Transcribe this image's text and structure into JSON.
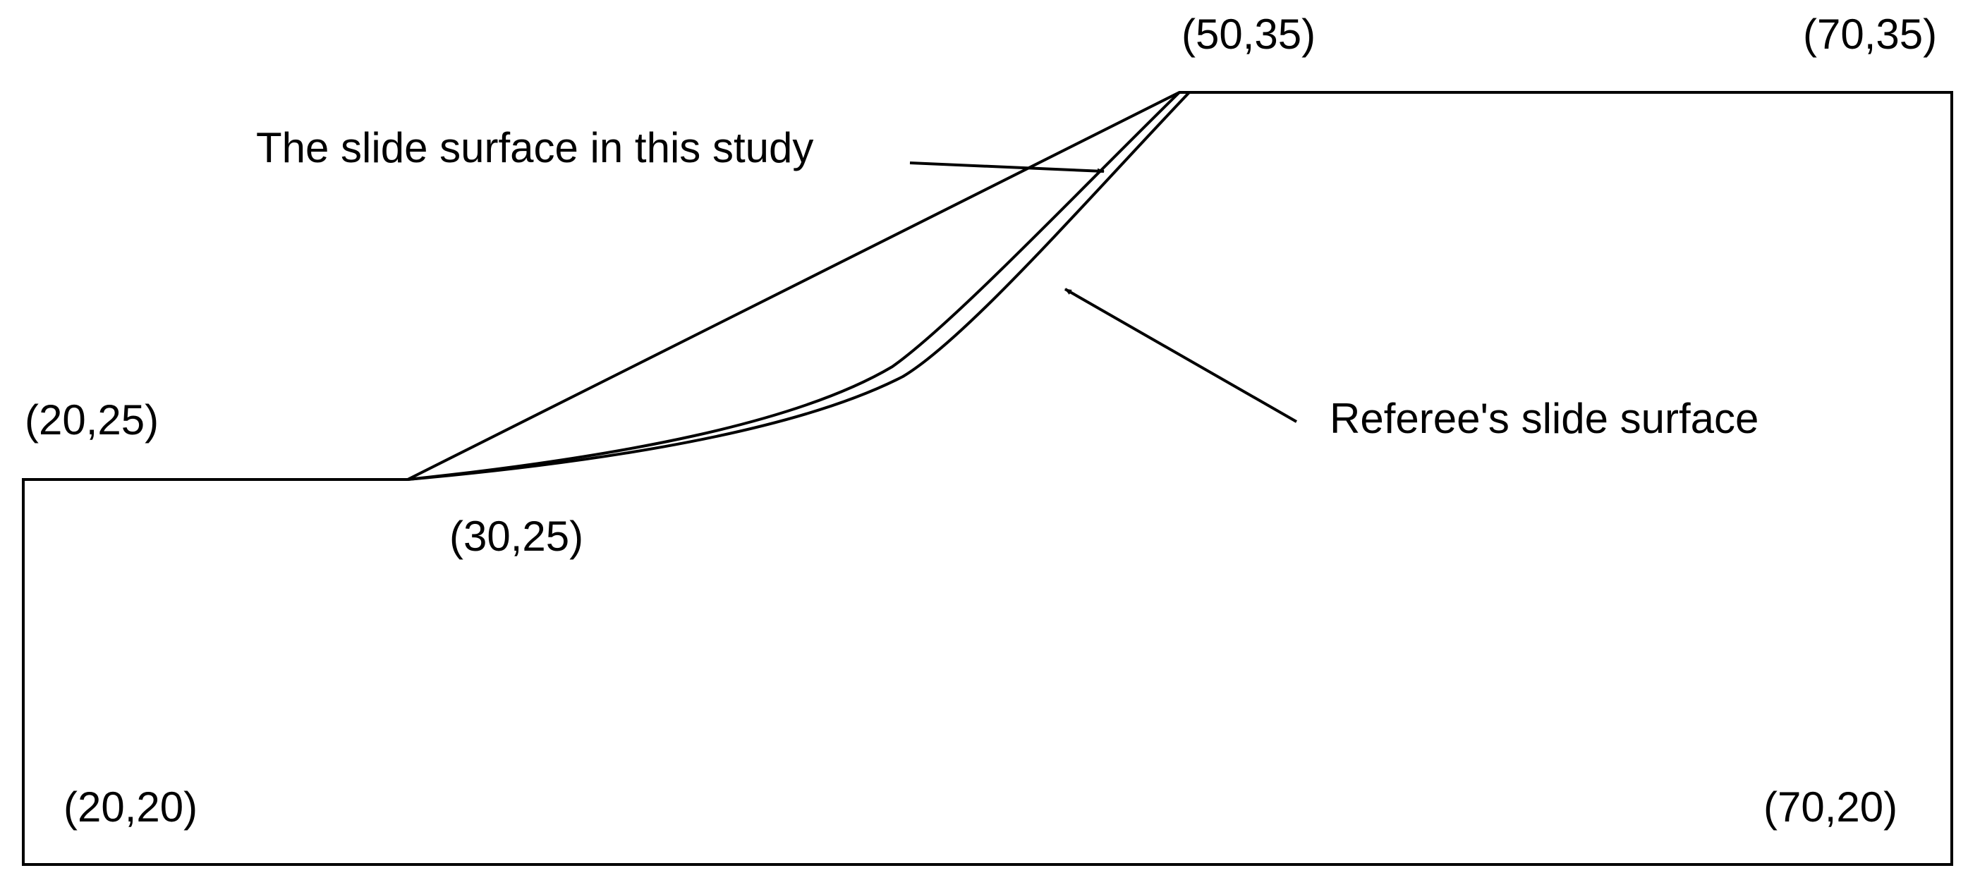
{
  "labels": {
    "left_top": "(20,25)",
    "slope_toe": "(30,25)",
    "crest": "(50,35)",
    "right_top": "(70,35)",
    "left_bottom": "(20,20)",
    "right_bottom": "(70,20)"
  },
  "annotations": {
    "study_surface": "The slide surface in this study",
    "referee_surface": "Referee's slide surface"
  },
  "colors": {
    "stroke": "#000000",
    "background": "#ffffff"
  }
}
